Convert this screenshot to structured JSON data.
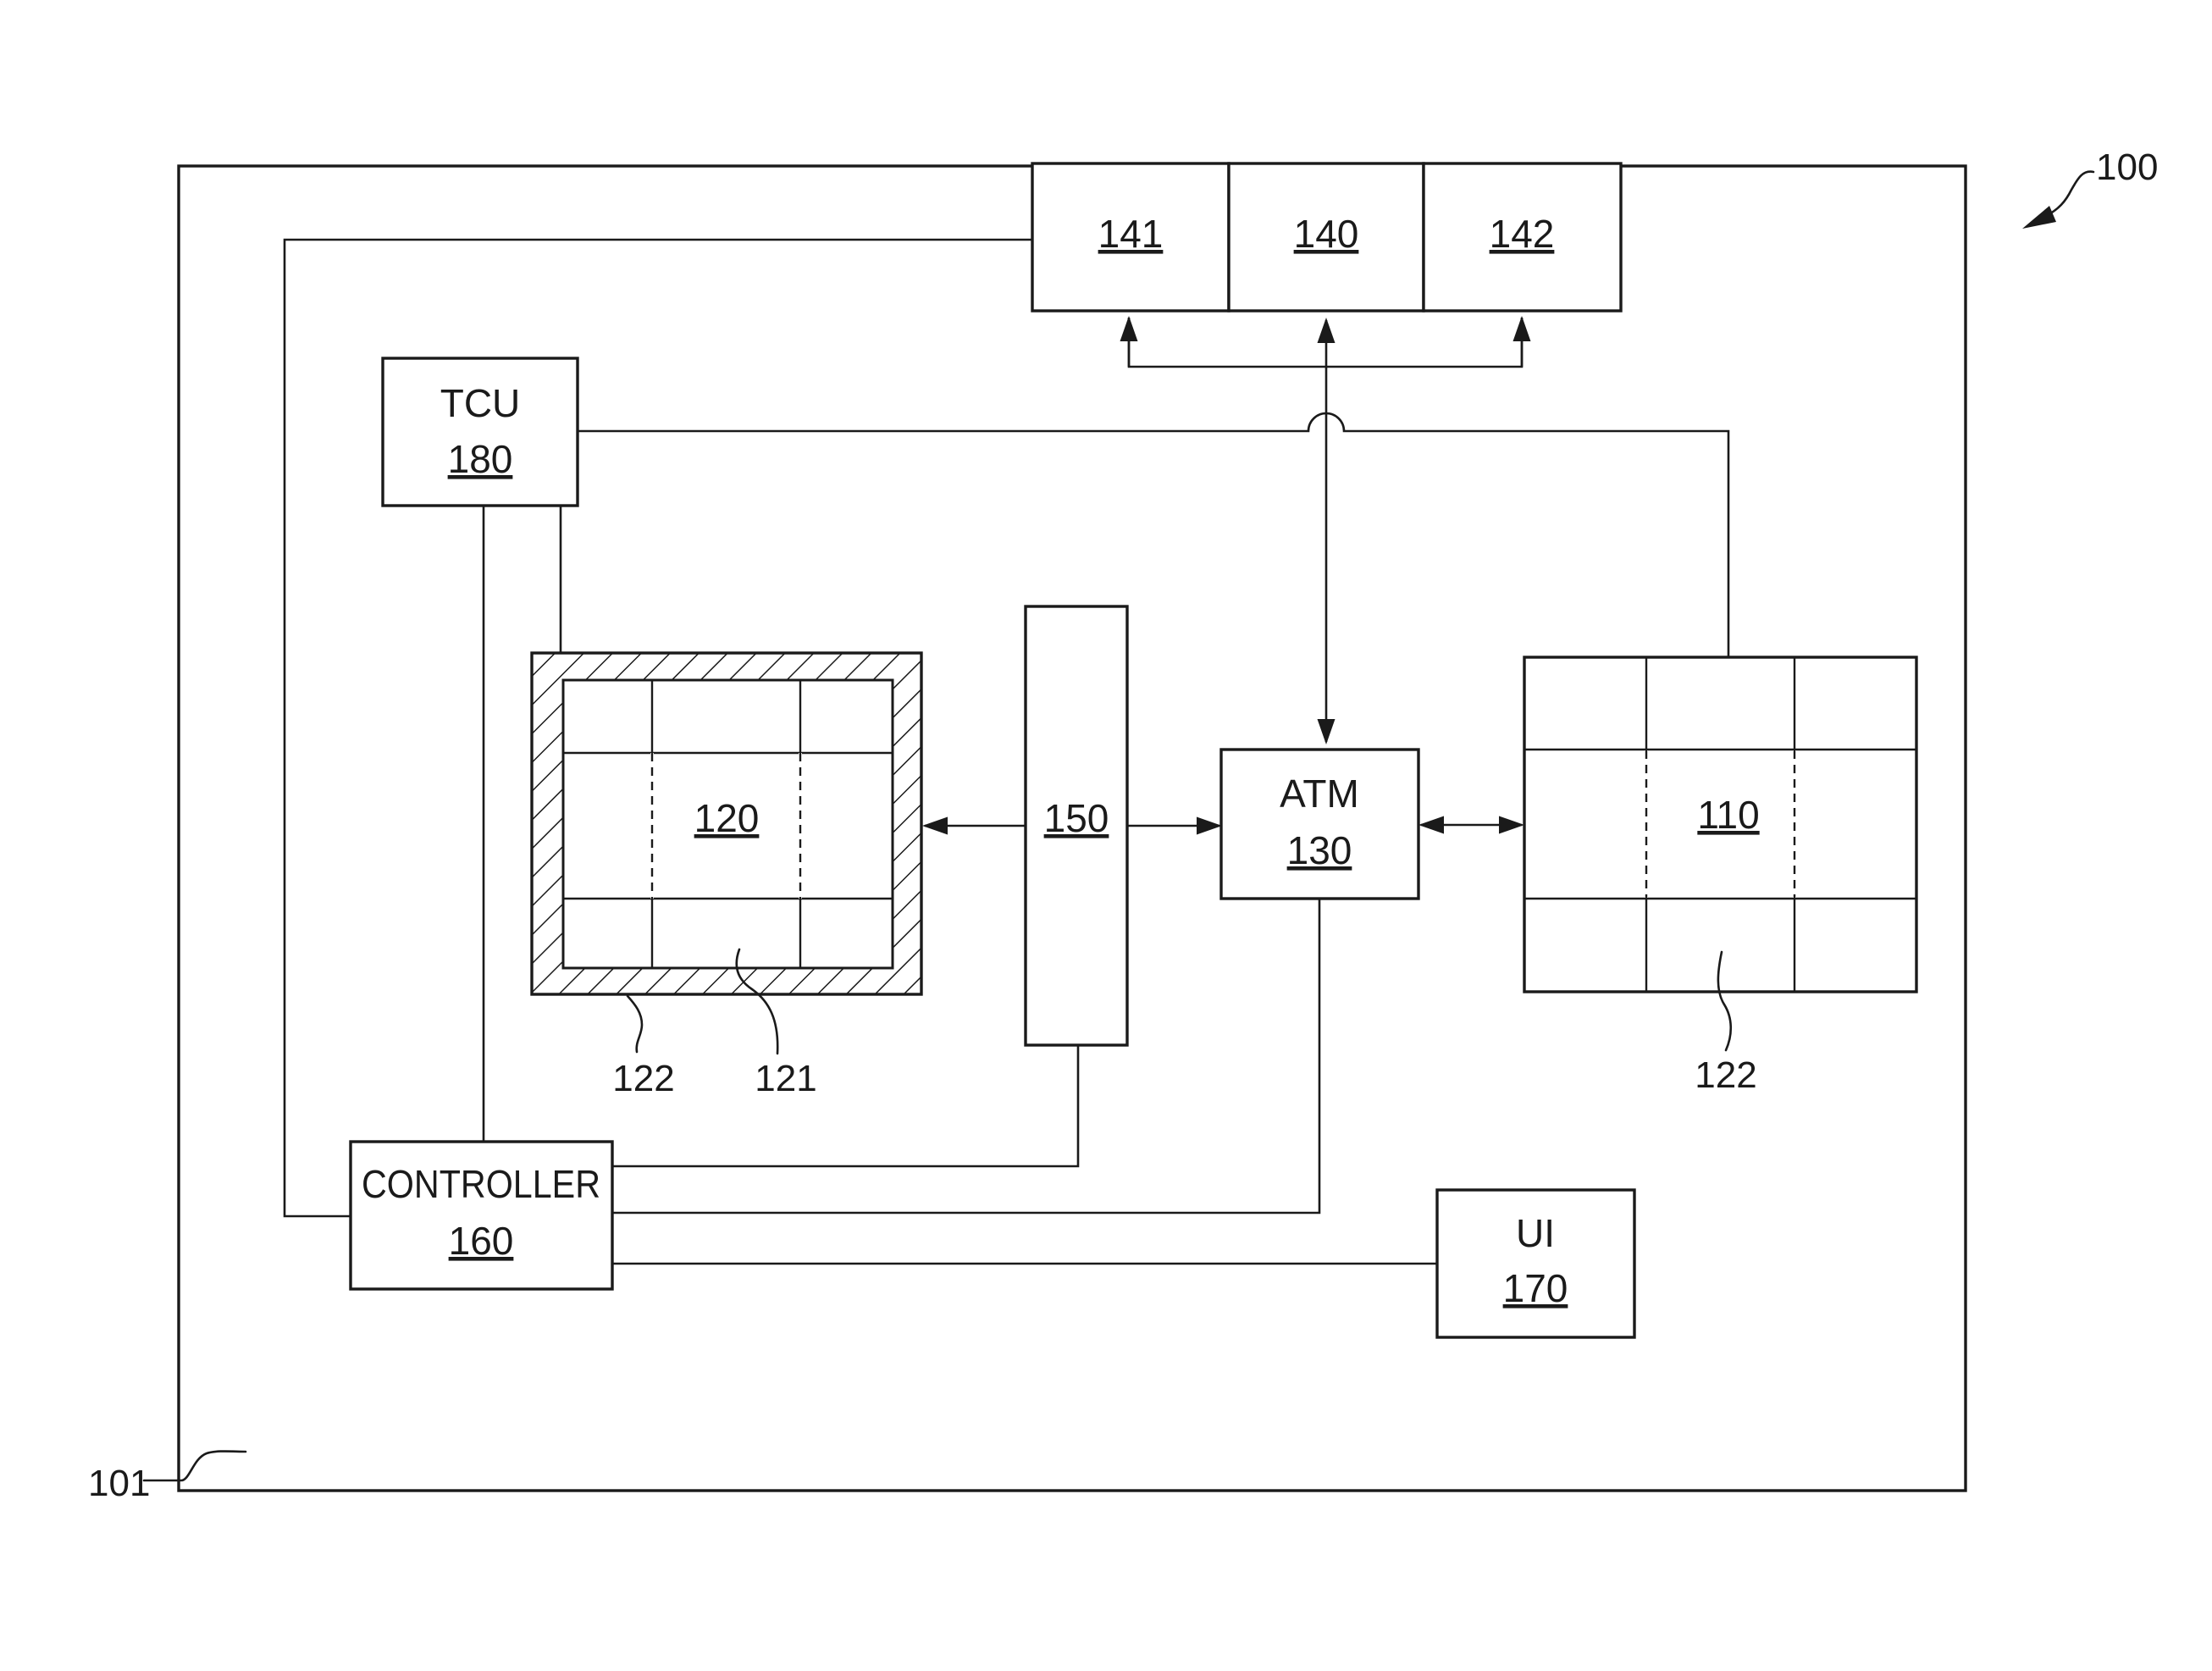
{
  "figure_ref": "100",
  "housing_ref": "101",
  "blocks": {
    "block_141": {
      "number": "141"
    },
    "block_140": {
      "number": "140"
    },
    "block_142": {
      "number": "142"
    },
    "tcu": {
      "label": "TCU",
      "number": "180"
    },
    "chamber_120": {
      "number": "120"
    },
    "block_150": {
      "number": "150"
    },
    "atm": {
      "label": "ATM",
      "number": "130"
    },
    "chamber_110": {
      "number": "110"
    },
    "controller": {
      "label": "CONTROLLER",
      "number": "160"
    },
    "ui": {
      "label": "UI",
      "number": "170"
    }
  },
  "callouts": {
    "left_122": "122",
    "left_121": "121",
    "right_122": "122"
  }
}
